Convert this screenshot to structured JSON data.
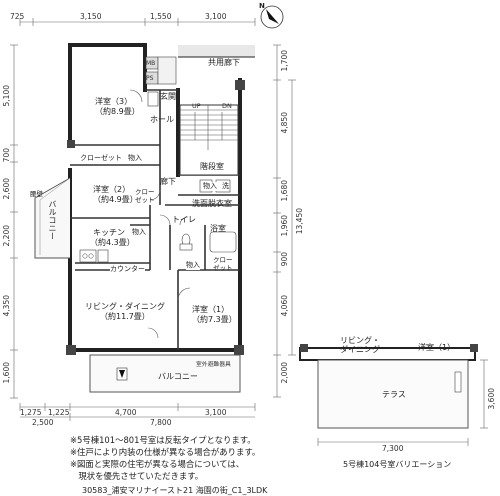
{
  "top_dims": [
    "725",
    "3,150",
    "1,550",
    "3,100"
  ],
  "left_dims": [
    "5,100",
    "700",
    "2,600",
    "2,200",
    "4,350",
    "1,600"
  ],
  "right_dims": [
    "1,700",
    "4,850",
    "1,680",
    "1,960",
    "900",
    "4,060",
    "2,000"
  ],
  "right_total": "13,450",
  "bottom_dims_row1": [
    "1,275",
    "1,225",
    "4,700",
    "3,100"
  ],
  "bottom_dims_row2": [
    "2,500",
    "7,800"
  ],
  "rooms": {
    "western3": "洋室（3）",
    "western3_size": "（約8.9畳）",
    "hall": "ホール",
    "entrance": "玄関",
    "corridor": "共用廊下",
    "closet1": "クローゼット",
    "storage1": "物入",
    "western2": "洋室（2）",
    "western2_size": "（約4.9畳）",
    "closet2": "クロー\nゼット",
    "balcony_side": "バルコニー",
    "kitchen": "キッチン",
    "kitchen_size": "（約4.3畳）",
    "storage2": "物入",
    "counter": "カウンター",
    "living": "リビング・ダイニング",
    "living_size": "（約11.7畳）",
    "western1": "洋室（1）",
    "western1_size": "（約7.3畳）",
    "stairs": "階段室",
    "hallway": "廊下",
    "washroom": "洗面脱衣室",
    "storage3": "物入",
    "wash": "洗",
    "toilet": "トイレ",
    "bath": "浴室",
    "storage4": "物入",
    "closet3": "クロー\nゼット",
    "balcony_bottom": "バルコニー",
    "stairs_up": "UP",
    "stairs_dn": "DN",
    "mb": "MB",
    "ps": "PS",
    "evacuation_label": "室外避難器具",
    "waist_wall": "腰壁"
  },
  "variation": {
    "living": "リビング・\nダイニング",
    "western1": "洋室（1）",
    "terrace": "テラス",
    "width_dim": "7,300",
    "height_dim": "3,600",
    "caption": "5号棟104号室バリエーション"
  },
  "notes": [
    "※5号棟101～801号室は反転タイプとなります。",
    "※住戸により内装の仕様が異なる場合があります。",
    "※図面と実際の住宅が異なる場合については、",
    "　現状を優先させていただきます。"
  ],
  "footer": "30583_浦安マリナイースト21 海園の街_C1_3LDK",
  "compass_label": "N"
}
